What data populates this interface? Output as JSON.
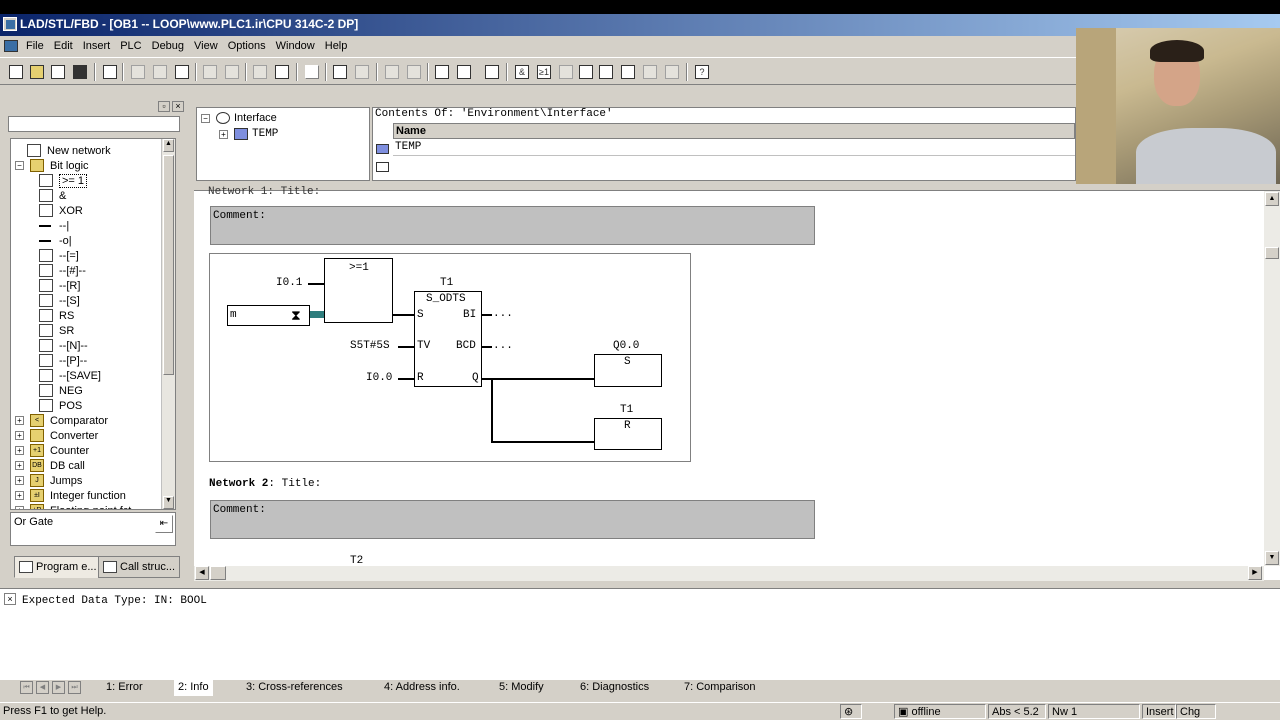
{
  "window": {
    "title": "LAD/STL/FBD  - [OB1 -- LOOP\\www.PLC1.ir\\CPU 314C-2 DP]"
  },
  "menu": [
    "File",
    "Edit",
    "Insert",
    "PLC",
    "Debug",
    "View",
    "Options",
    "Window",
    "Help"
  ],
  "toolbar": {
    "help_glyph": "?"
  },
  "left_panel": {
    "tree": [
      {
        "label": "New network",
        "icon": "network-icon"
      },
      {
        "label": "Bit logic",
        "icon": "folder-icon"
      },
      {
        "label": ">= 1",
        "icon": "gate-icon",
        "selected": true
      },
      {
        "label": "&",
        "icon": "gate-icon"
      },
      {
        "label": "XOR",
        "icon": "gate-icon"
      },
      {
        "label": "--|",
        "icon": "line-icon"
      },
      {
        "label": "-o|",
        "icon": "line-icon"
      },
      {
        "label": "--[=]",
        "icon": "gate-icon"
      },
      {
        "label": "--[#]--",
        "icon": "gate-icon"
      },
      {
        "label": "--[R]",
        "icon": "gate-icon"
      },
      {
        "label": "--[S]",
        "icon": "gate-icon"
      },
      {
        "label": "RS",
        "icon": "gate-icon"
      },
      {
        "label": "SR",
        "icon": "gate-icon"
      },
      {
        "label": "--[N]--",
        "icon": "gate-icon"
      },
      {
        "label": "--[P]--",
        "icon": "gate-icon"
      },
      {
        "label": "--[SAVE]",
        "icon": "gate-icon"
      },
      {
        "label": "NEG",
        "icon": "gate-icon"
      },
      {
        "label": "POS",
        "icon": "gate-icon"
      },
      {
        "label": "Comparator",
        "icon": "folder-icon",
        "glyph": "<"
      },
      {
        "label": "Converter",
        "icon": "folder-icon"
      },
      {
        "label": "Counter",
        "icon": "folder-icon",
        "glyph": "+1"
      },
      {
        "label": "DB call",
        "icon": "folder-icon",
        "glyph": "DB"
      },
      {
        "label": "Jumps",
        "icon": "folder-icon",
        "glyph": "J"
      },
      {
        "label": "Integer function",
        "icon": "folder-icon",
        "glyph": "±I"
      },
      {
        "label": "Floating-point fct.",
        "icon": "folder-icon",
        "glyph": "±R"
      }
    ],
    "description": "Or Gate",
    "tabs": [
      "Program e...",
      "Call struc..."
    ]
  },
  "interface": {
    "tree": [
      {
        "label": "Interface",
        "expand": "−"
      },
      {
        "label": "TEMP",
        "expand": "+"
      }
    ],
    "contents_caption": "Contents Of: 'Environment\\Interface'",
    "column_name": "Name",
    "rows": [
      "TEMP"
    ]
  },
  "editor": {
    "network1": {
      "label_partial": "Network 1: Title:",
      "comment": "Comment:",
      "or_block": ">=1",
      "or_input": "I0.1",
      "edit_field": "m",
      "timer_name": "T1",
      "timer_type": "S_ODTS",
      "pin_s": "S",
      "pin_tv": "TV",
      "pin_r": "R",
      "pin_bi": "BI",
      "pin_bcd": "BCD",
      "pin_q": "Q",
      "tv_value": "S5T#5S",
      "r_input": "I0.0",
      "bi_out": "...",
      "bcd_out": "...",
      "coil1_addr": "Q0.0",
      "coil1_type": "S",
      "coil2_addr": "T1",
      "coil2_type": "R"
    },
    "network2": {
      "label": "Network 2",
      "title_suffix": ": Title:",
      "comment": "Comment:",
      "next_addr": "T2"
    }
  },
  "output": {
    "message": "Expected Data Type: IN: BOOL",
    "tabs": [
      "1: Error",
      "2: Info",
      "3: Cross-references",
      "4: Address info.",
      "5: Modify",
      "6: Diagnostics",
      "7: Comparison"
    ],
    "active_tab": "2: Info"
  },
  "status": {
    "help": "Press F1 to get Help.",
    "mode": "offline",
    "abs": "Abs < 5.2",
    "nw": "Nw 1",
    "insert": "Insert",
    "chg": "Chg"
  }
}
